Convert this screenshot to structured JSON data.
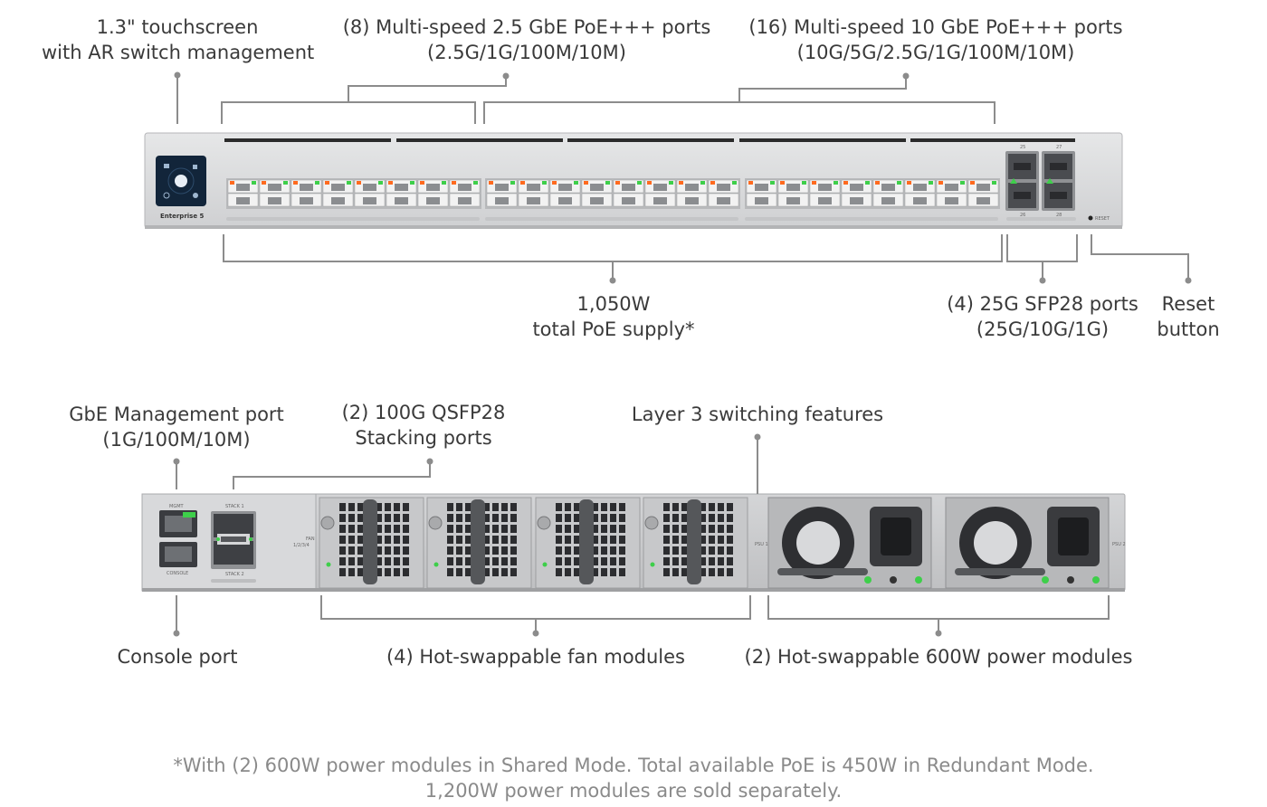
{
  "front_labels": {
    "touchscreen": [
      "1.3\" touchscreen",
      "with AR switch management"
    ],
    "ports_2_5g": [
      "(8) Multi-speed 2.5 GbE PoE+++ ports",
      "(2.5G/1G/100M/10M)"
    ],
    "ports_10g": [
      "(16) Multi-speed 10 GbE PoE+++ ports",
      "(10G/5G/2.5G/1G/100M/10M)"
    ],
    "poe_supply": [
      "1,050W",
      "total PoE supply*"
    ],
    "sfp28": [
      "(4) 25G SFP28 ports",
      "(25G/10G/1G)"
    ],
    "reset": [
      "Reset",
      "button"
    ]
  },
  "front_panel": {
    "brand": "Enterprise 5",
    "reset_text": "RESET",
    "sfp_numbers": [
      "25",
      "27",
      "26",
      "28"
    ]
  },
  "rear_labels": {
    "mgmt": [
      "GbE Management port",
      "(1G/100M/10M)"
    ],
    "qsfp": [
      "(2) 100G QSFP28",
      "Stacking ports"
    ],
    "layer3": [
      "Layer 3 switching features"
    ],
    "console": [
      "Console port"
    ],
    "fans": [
      "(4) Hot-swappable fan modules"
    ],
    "psu": [
      "(2) Hot-swappable 600W power modules"
    ]
  },
  "rear_panel": {
    "mgmt_text": "MGMT",
    "console_text": "CONSOLE",
    "stack1_text": "STACK 1",
    "stack2_text": "STACK 2",
    "fan_text": "FAN",
    "fan_numbers": "1/2/3/4",
    "psu1_text": "PSU 1",
    "psu2_text": "PSU 2"
  },
  "footnote": [
    "*With (2) 600W power modules in Shared Mode. Total available PoE is 450W in Redundant Mode.",
    "1,200W power modules are sold separately."
  ],
  "colors": {
    "chassis": "#d9dadb",
    "line": "#8c8c8c",
    "text": "#3a3a3a",
    "footnote": "#8a8a8a",
    "led_green": "#3ecf4a",
    "led_orange": "#ff6a1f",
    "screen": "#12253a"
  }
}
